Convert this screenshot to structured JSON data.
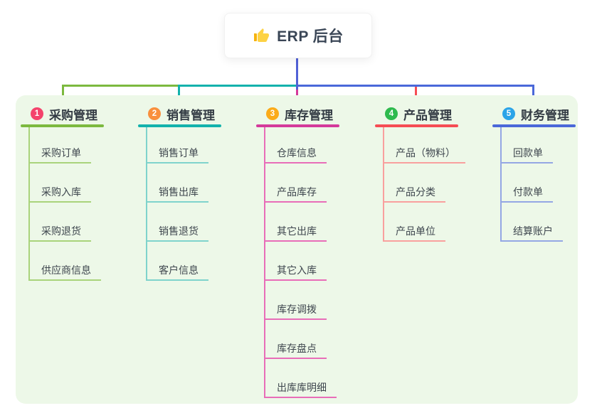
{
  "root": {
    "icon": "thumbs-up-icon",
    "title": "ERP 后台"
  },
  "connectors": {
    "root_stem_color": "#5161d6"
  },
  "panel_color": "#edf8e8",
  "branches": [
    {
      "index": "1",
      "label": "采购管理",
      "color": "#7cb93f",
      "tint": "#a9d37b",
      "badge_color": "#f4436c",
      "children": [
        "采购订单",
        "采购入库",
        "采购退货",
        "供应商信息"
      ]
    },
    {
      "index": "2",
      "label": "销售管理",
      "color": "#13b2ac",
      "tint": "#7fd3cc",
      "badge_color": "#f98f3d",
      "children": [
        "销售订单",
        "销售出库",
        "销售退货",
        "客户信息"
      ]
    },
    {
      "index": "3",
      "label": "库存管理",
      "color": "#d43a9b",
      "tint": "#e86db8",
      "badge_color": "#fbab19",
      "children": [
        "仓库信息",
        "产品库存",
        "其它出库",
        "其它入库",
        "库存调拨",
        "库存盘点",
        "出库库明细"
      ]
    },
    {
      "index": "4",
      "label": "产品管理",
      "color": "#f64d54",
      "tint": "#f9a09e",
      "badge_color": "#2eba4e",
      "children": [
        "产品（物料）",
        "产品分类",
        "产品单位"
      ]
    },
    {
      "index": "5",
      "label": "财务管理",
      "color": "#4a68d9",
      "tint": "#94a7e4",
      "badge_color": "#2ba4e8",
      "children": [
        "回款单",
        "付款单",
        "结算账户"
      ]
    }
  ]
}
